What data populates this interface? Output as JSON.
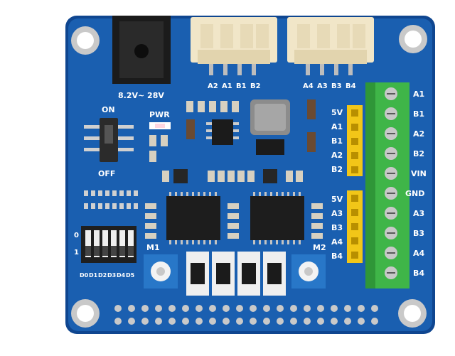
{
  "board": {
    "power_label": "8.2V~ 28V",
    "switch_on": "ON",
    "switch_off": "OFF",
    "pwr_led": "PWR",
    "motor1": "M1",
    "motor2": "M2",
    "connector_left_pins": [
      "A2",
      "A1",
      "B1",
      "B2"
    ],
    "connector_right_pins": [
      "A4",
      "A3",
      "B3",
      "B4"
    ],
    "header_top_pins": [
      "5V",
      "A1",
      "B1",
      "A2",
      "B2"
    ],
    "header_bottom_pins": [
      "5V",
      "A3",
      "B3",
      "A4",
      "B4"
    ],
    "terminal_pins": [
      "A1",
      "B1",
      "A2",
      "B2",
      "VIN",
      "GND",
      "A3",
      "B3",
      "A4",
      "B4"
    ],
    "dip_row_labels": [
      "0",
      "1"
    ],
    "dip_pins": [
      "D0",
      "D1",
      "D2",
      "D3",
      "D4",
      "D5"
    ]
  },
  "colors": {
    "pcb": "#1a5fb0",
    "pcb_edge": "#0f4690",
    "terminal_green": "#3fb548",
    "header_yellow": "#f2c618",
    "connector_cream": "#f1e6c8",
    "pot_blue": "#2877c8",
    "jack_black": "#1b1b1b"
  }
}
